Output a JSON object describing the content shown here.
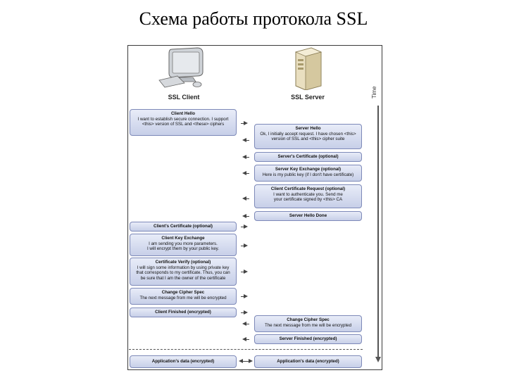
{
  "title": "Схема работы протокола SSL",
  "client_label": "SSL Client",
  "server_label": "SSL Server",
  "time_label": "Time",
  "messages": {
    "client_hello": {
      "title": "Client Hello",
      "body": "I want to establish secure connection. I support\n<this> version of SSL and <these> ciphers"
    },
    "server_hello": {
      "title": "Server Hello",
      "body": "Ok, I initially accept request. I have chosen <this>\nversion of SSL and <this> cipher suite"
    },
    "server_certificate": {
      "title": "Server's Certificate (optional)",
      "body": ""
    },
    "server_key_exchange": {
      "title": "Server Key Exchange (optional)",
      "body": "Here is my public key (if I don't have certificate)"
    },
    "client_cert_request": {
      "title": "Client Certificate Request (optional)",
      "body": "I want to authenticate you. Send me\nyour certificate signed by <this> CA"
    },
    "server_hello_done": {
      "title": "Server Hello Done",
      "body": ""
    },
    "client_certificate": {
      "title": "Client's Certificate (optional)",
      "body": ""
    },
    "client_key_exchange": {
      "title": "Client Key Exchange",
      "body": "I am sending you more parameters.\nI will encrypt them by your public key."
    },
    "certificate_verify": {
      "title": "Certificate Verify (optional)",
      "body": "I will sign some information by using private key\nthat corresponds to my certificate. Thus, you can\nbe sure that I am the owner of the certificate"
    },
    "client_change_cipher": {
      "title": "Change Cipher Spec",
      "body": "The next message from me will be encrypted"
    },
    "client_finished": {
      "title": "Client Finished (encrypted)",
      "body": ""
    },
    "server_change_cipher": {
      "title": "Change Cipher Spec",
      "body": "The next message from me will be encrypted"
    },
    "server_finished": {
      "title": "Server Finished (encrypted)",
      "body": ""
    },
    "client_app_data": {
      "title": "Application's data (encrypted)",
      "body": ""
    },
    "server_app_data": {
      "title": "Application's data (encrypted)",
      "body": ""
    }
  }
}
